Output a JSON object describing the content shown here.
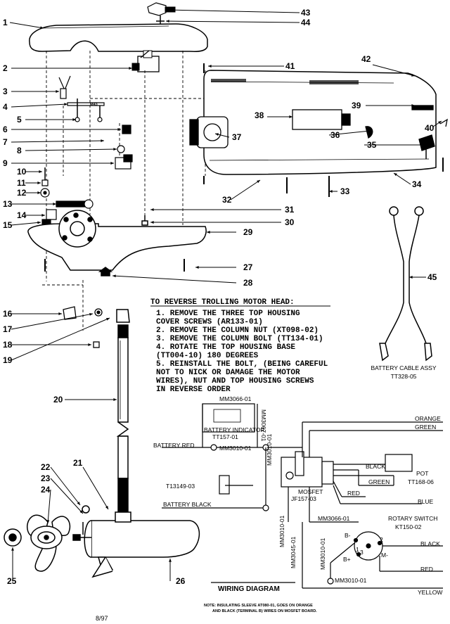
{
  "callouts": [
    "1",
    "2",
    "3",
    "4",
    "5",
    "6",
    "7",
    "8",
    "9",
    "10",
    "11",
    "12",
    "13",
    "14",
    "15",
    "16",
    "17",
    "18",
    "19",
    "20",
    "21",
    "22",
    "23",
    "24",
    "25",
    "26",
    "27",
    "28",
    "29",
    "30",
    "31",
    "32",
    "33",
    "34",
    "35",
    "36",
    "37",
    "38",
    "39",
    "40",
    "41",
    "42",
    "43",
    "44",
    "45"
  ],
  "small_label": "M43",
  "reverse_instructions": {
    "heading": "TO REVERSE TROLLING MOTOR HEAD:",
    "lines": [
      "1. REMOVE THE THREE TOP HOUSING",
      "   COVER SCREWS (AR133-01)",
      "2. REMOVE THE COLUMN NUT (XT098-02)",
      "3. REMOVE THE COLUMN BOLT (TT134-01)",
      "4. ROTATE THE TOP HOUSING BASE",
      "   (TT004-10) 180 DEGREES",
      "5. REINSTALL THE BOLT, (BEING CAREFUL",
      "   NOT TO NICK OR DAMAGE THE MOTOR",
      "   WIRES), NUT AND TOP HOUSING SCREWS",
      "   IN REVERSE ORDER"
    ]
  },
  "battery_cable": {
    "title": "BATTERY CABLE ASSY",
    "part": "TT328-05"
  },
  "wiring": {
    "title": "WIRING DIAGRAM",
    "labels": {
      "mm3066_top": "MM3066-01",
      "mm3067": "MM3067-01",
      "battery_indicator": "BATTERY INDICATOR",
      "tt157": "TT157-01",
      "battery_red": "BATTERY RED",
      "mm3010_a": "MM3010-01",
      "mm3010_vert": "MM3010-01",
      "t13149": "T13149-03",
      "mosfet": "MOSFET",
      "jf157": "JF157-03",
      "battery_black": "BATTERY BLACK",
      "mm3066_b": "MM3066-01",
      "mm3010_v2": "MM3010-01",
      "mm3045": "MM3045-01",
      "mm3010_v3": "MM3010-01",
      "mm3010_bottom": "MM3010-01",
      "orange": "ORANGE",
      "green": "GREEN",
      "black": "BLACK",
      "green2": "GREEN",
      "red": "RED",
      "pot": "POT",
      "tt168": "TT168-06",
      "blue": "BLUE",
      "rotary": "ROTARY SWITCH",
      "kt150": "KT150-02",
      "black2": "BLACK",
      "red2": "RED",
      "yellow": "YELLOW",
      "b_minus": "B-",
      "b_plus": "B+",
      "m_minus": "M-",
      "s1": "1",
      "s2": "2",
      "s3": "3"
    }
  },
  "note": {
    "line1": "NOTE: INSULATING SLEEVE AT080-01, GOES ON ORANGE",
    "line2": "AND BLACK (TERMINAL B) WIRES ON MOSFET BOARD."
  },
  "date": "8/97"
}
